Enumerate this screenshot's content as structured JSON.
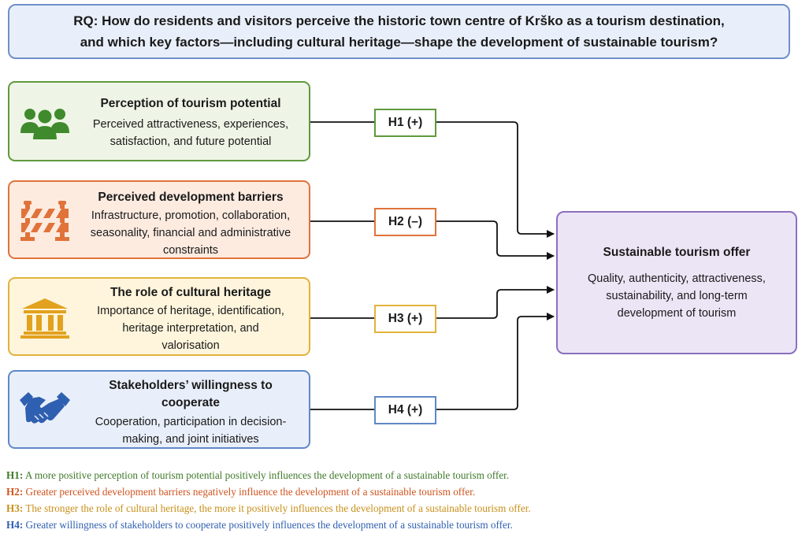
{
  "research_question": {
    "line1": "RQ: How do residents and visitors perceive the historic town centre of Krško as a tourism destination,",
    "line2": "and which key factors—including cultural heritage—shape the development of sustainable tourism?"
  },
  "factors": [
    {
      "title": "Perception of tourism potential",
      "desc_lines": [
        "Perceived attractiveness, experiences,",
        "satisfaction, and future potential"
      ],
      "icon": "people-group-icon",
      "color": "#5f9a3c"
    },
    {
      "title": "Perceived development barriers",
      "desc_lines": [
        "Infrastructure, promotion, collaboration,",
        "seasonality, financial and administrative",
        "constraints"
      ],
      "icon": "road-barrier-icon",
      "color": "#e0733a"
    },
    {
      "title": "The role of cultural heritage",
      "desc_lines": [
        "Importance of heritage, identification,",
        "heritage interpretation, and",
        "valorisation"
      ],
      "icon": "classical-building-icon",
      "color": "#e2b23c"
    },
    {
      "title_lines": [
        "Stakeholders’ willingness to",
        "cooperate"
      ],
      "desc_lines": [
        "Cooperation, participation in decision-",
        "making, and joint initiatives"
      ],
      "icon": "handshake-icon",
      "color": "#5f88c7"
    }
  ],
  "hypotheses": [
    "H1 (+)",
    "H2 (–)",
    "H3 (+)",
    "H4 (+)"
  ],
  "outcome": {
    "title": "Sustainable tourism offer",
    "desc_lines": [
      "Quality, authenticity, attractiveness,",
      "sustainability, and long-term",
      "development of tourism"
    ],
    "color": "#8c6fbf"
  },
  "legend": [
    {
      "label": "H1:",
      "text": "A more positive perception of tourism potential positively influences the development of a sustainable tourism offer.",
      "color": "#3f7a2a"
    },
    {
      "label": "H2:",
      "text": "Greater perceived development barriers negatively influence the development of a sustainable tourism offer.",
      "color": "#d0531f"
    },
    {
      "label": "H3:",
      "text": "The stronger the role of cultural heritage, the more it positively influences the development of a sustainable tourism offer.",
      "color": "#c8901a"
    },
    {
      "label": "H4:",
      "text": "Greater willingness of stakeholders to cooperate positively influences the development of a sustainable tourism offer.",
      "color": "#2f5fb0"
    }
  ]
}
